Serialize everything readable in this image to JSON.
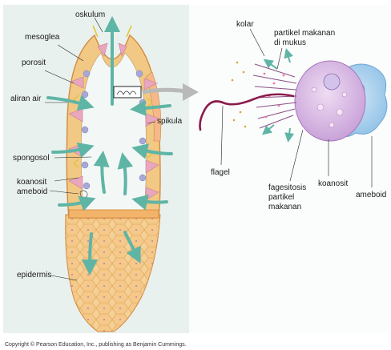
{
  "labels": {
    "oskulum": "oskulum",
    "mesoglea": "mesoglea",
    "porosit": "porosit",
    "aliran_air": "aliran air",
    "spikula": "spikula",
    "spongosol": "spongosol",
    "koanosit": "koanosit",
    "ameboid": "ameboid",
    "epidermis": "epidermis",
    "kolar": "kolar",
    "partikel_makanan_line1": "partikel makanan",
    "partikel_makanan_line2": "di mukus",
    "flagel": "flagel",
    "fagesitosis_line1": "fagesitosis",
    "fagesitosis_line2": "partikel",
    "fagesitosis_line3": "makanan",
    "koanosit_cell": "koanosit",
    "ameboid_cell": "ameboid"
  },
  "copyright": "Copyright © Pearson Education, Inc., publishing as Benjamin Cummings.",
  "colors": {
    "panel_bg": "#e9f1ef",
    "body_tan": "#f1c985",
    "body_edge": "#d28a3c",
    "porocyte_pink": "#e9a7bd",
    "choanocyte_purple": "#a7a8d6",
    "water_arrow": "#5fb5a5",
    "collar_cell": "#d7b7e0",
    "amoeboid_cell": "#9fc9ea",
    "flagellum": "#8b1c4a"
  }
}
